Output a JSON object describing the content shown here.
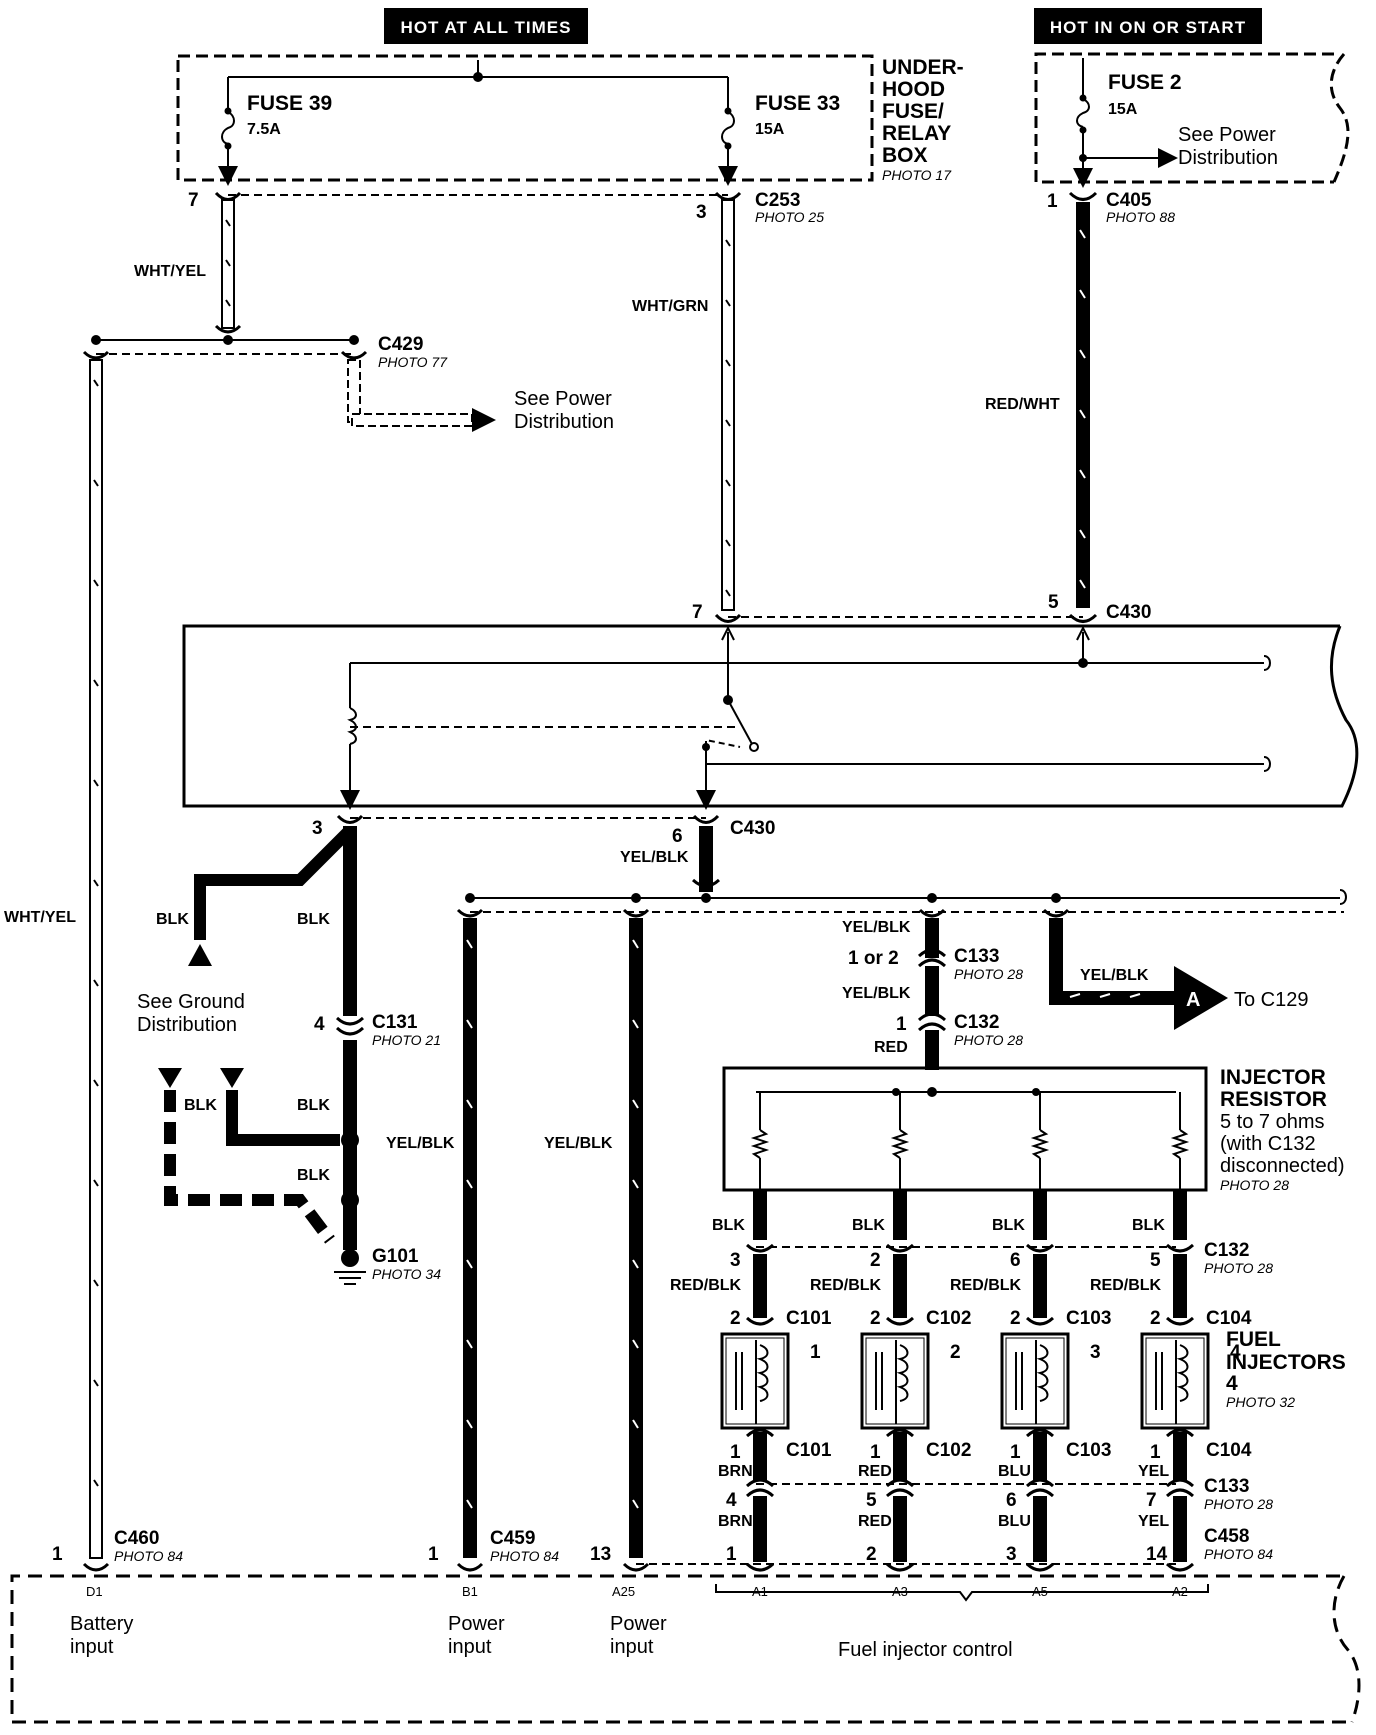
{
  "headers": {
    "hot_always": "HOT AT ALL TIMES",
    "hot_on_start": "HOT IN ON OR START"
  },
  "fuse_box": {
    "name_lines": [
      "UNDER-",
      "HOOD",
      "FUSE/",
      "RELAY",
      "BOX"
    ],
    "photo": "PHOTO 17",
    "fuses": [
      {
        "name": "FUSE 39",
        "rating": "7.5A"
      },
      {
        "name": "FUSE 33",
        "rating": "15A"
      },
      {
        "name": "FUSE 2",
        "rating": "15A"
      }
    ]
  },
  "power_dist_lines": [
    "See Power",
    "Distribution"
  ],
  "ground_dist_lines": [
    "See Ground",
    "Distribution"
  ],
  "connectors": {
    "c253": {
      "name": "C253",
      "photo": "PHOTO 25"
    },
    "c405": {
      "name": "C405",
      "photo": "PHOTO 88"
    },
    "c429": {
      "name": "C429",
      "photo": "PHOTO 77"
    },
    "c430": {
      "name": "C430"
    },
    "c131": {
      "name": "C131",
      "photo": "PHOTO 21"
    },
    "g101": {
      "name": "G101",
      "photo": "PHOTO 34"
    },
    "c133": {
      "name": "C133",
      "photo": "PHOTO 28"
    },
    "c132": {
      "name": "C132",
      "photo": "PHOTO 28"
    },
    "c101": {
      "name": "C101"
    },
    "c102": {
      "name": "C102"
    },
    "c103": {
      "name": "C103"
    },
    "c104": {
      "name": "C104"
    },
    "c460": {
      "name": "C460",
      "photo": "PHOTO 84"
    },
    "c459": {
      "name": "C459",
      "photo": "PHOTO 84"
    },
    "c458": {
      "name": "C458",
      "photo": "PHOTO 84"
    }
  },
  "pins": {
    "p7_fuse39": "7",
    "p3_fuse33": "3",
    "p1_c405": "1",
    "p7_c430": "7",
    "p5_c430": "5",
    "p3_c430": "3",
    "p6_c430": "6",
    "p4_c131": "4",
    "p1or2_c133": "1 or 2",
    "p1_c132": "1",
    "p1_c460": "1",
    "p1_c459": "1",
    "p13": "13"
  },
  "wires": {
    "wht_yel": "WHT/YEL",
    "wht_grn": "WHT/GRN",
    "red_wht": "RED/WHT",
    "yel_blk": "YEL/BLK",
    "blk": "BLK",
    "red": "RED"
  },
  "arrow_a": {
    "letter": "A",
    "text": "To C129"
  },
  "resistor": {
    "title_lines": [
      "INJECTOR",
      "RESISTOR"
    ],
    "desc_lines": [
      "5 to 7 ohms",
      "(with C132",
      "disconnected)"
    ],
    "photo": "PHOTO 28"
  },
  "injectors": {
    "title_lines": [
      "FUEL",
      "INJECTORS"
    ],
    "count": "4",
    "photo": "PHOTO 32",
    "columns": [
      {
        "c132_pin": "3",
        "conn": "C101",
        "num": "1",
        "bottom_color": "BRN",
        "c133_pin": "4",
        "c458_pin": "1",
        "ecm_pin": "A1"
      },
      {
        "c132_pin": "2",
        "conn": "C102",
        "num": "2",
        "bottom_color": "RED",
        "c133_pin": "5",
        "c458_pin": "2",
        "ecm_pin": "A3"
      },
      {
        "c132_pin": "6",
        "conn": "C103",
        "num": "3",
        "bottom_color": "BLU",
        "c133_pin": "6",
        "c458_pin": "3",
        "ecm_pin": "A5"
      },
      {
        "c132_pin": "5",
        "conn": "C104",
        "num": "4",
        "bottom_color": "YEL",
        "c133_pin": "7",
        "c458_pin": "14",
        "ecm_pin": "A2"
      }
    ],
    "upper_wire": "RED/BLK",
    "pin_upper": "2",
    "pin_lower": "1"
  },
  "ecm": {
    "pins": {
      "d1": "D1",
      "b1": "B1",
      "a25": "A25"
    },
    "labels": {
      "battery": [
        "Battery",
        "input"
      ],
      "power1": [
        "Power",
        "input"
      ],
      "power2": [
        "Power",
        "input"
      ],
      "fuel_control": "Fuel injector control"
    }
  }
}
